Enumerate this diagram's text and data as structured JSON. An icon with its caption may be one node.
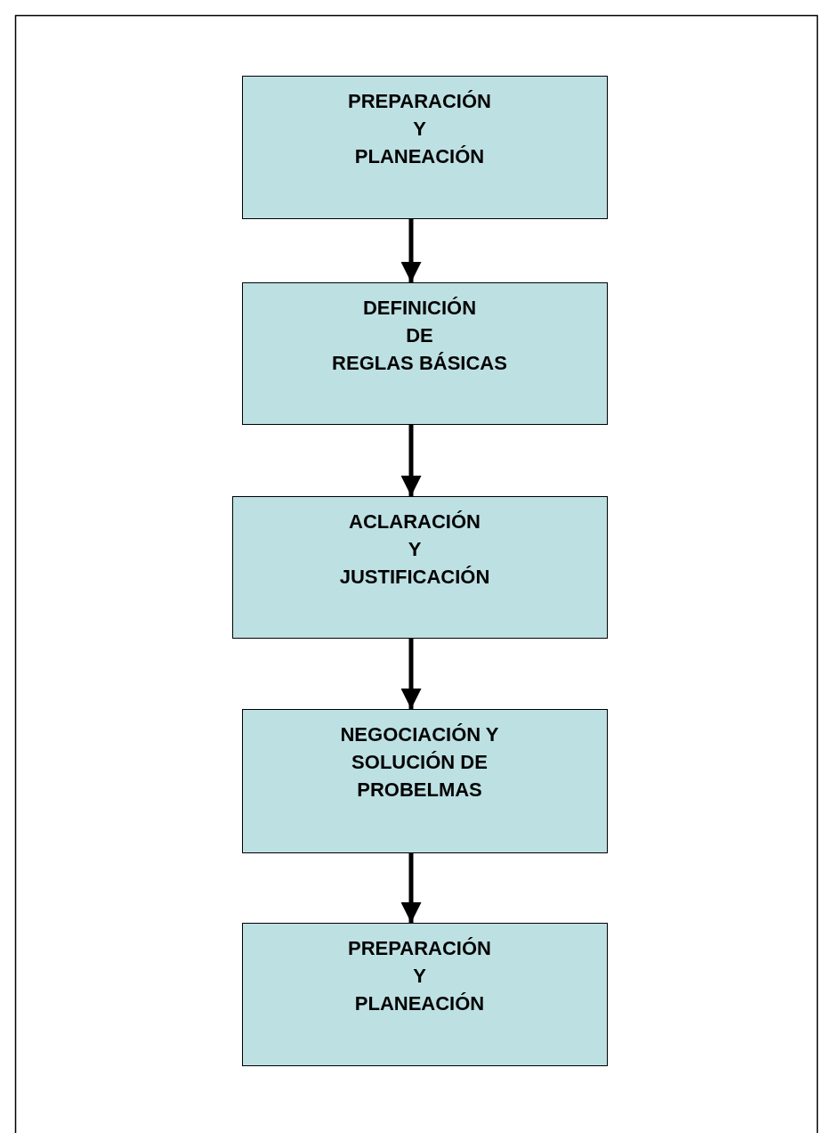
{
  "diagram": {
    "nodes": [
      {
        "text": [
          "PREPARACIÓN Y PLANEACIÓN"
        ]
      },
      {
        "text": [
          "DEFINICIÓN DE REGLAS BÁSICAS"
        ]
      },
      {
        "text": [
          "ACLARACIÓN Y JUSTIFICACIÓN"
        ]
      },
      {
        "text": [
          "NEGOCIACIÓN Y SOLUCIÓN DE PROBELMAS"
        ]
      },
      {
        "text": [
          "PREPARACIÓN Y PLANEACIÓN"
        ]
      }
    ],
    "edges": [
      {
        "from": 0,
        "to": 1,
        "arrow": "to"
      },
      {
        "from": 1,
        "to": 2,
        "arrow": "to"
      },
      {
        "from": 2,
        "to": 3,
        "arrow": "to"
      },
      {
        "from": 3,
        "to": 4,
        "arrow": "to"
      }
    ]
  }
}
